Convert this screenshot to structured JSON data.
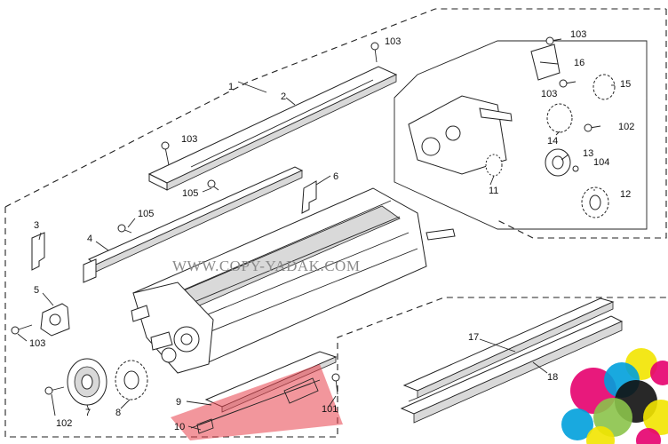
{
  "watermark": "WWW.COPY-YADAK.COM",
  "callouts": {
    "c1": "1",
    "c2": "2",
    "c3": "3",
    "c4": "4",
    "c5": "5",
    "c6": "6",
    "c7": "7",
    "c8": "8",
    "c9": "9",
    "c10": "10",
    "c11": "11",
    "c12": "12",
    "c13": "13",
    "c14": "14",
    "c15": "15",
    "c16": "16",
    "c17": "17",
    "c18": "18",
    "c101": "101",
    "c102a": "102",
    "c102b": "102",
    "c103a": "103",
    "c103b": "103",
    "c103c": "103",
    "c103d": "103",
    "c103e": "103",
    "c104": "104",
    "c105a": "105",
    "c105b": "105"
  },
  "colors": {
    "highlight": "#e8404a",
    "dots": [
      "#f2e400",
      "#e5006e",
      "#00a0dc",
      "#ffffff",
      "#111111",
      "#8bc34a"
    ]
  }
}
